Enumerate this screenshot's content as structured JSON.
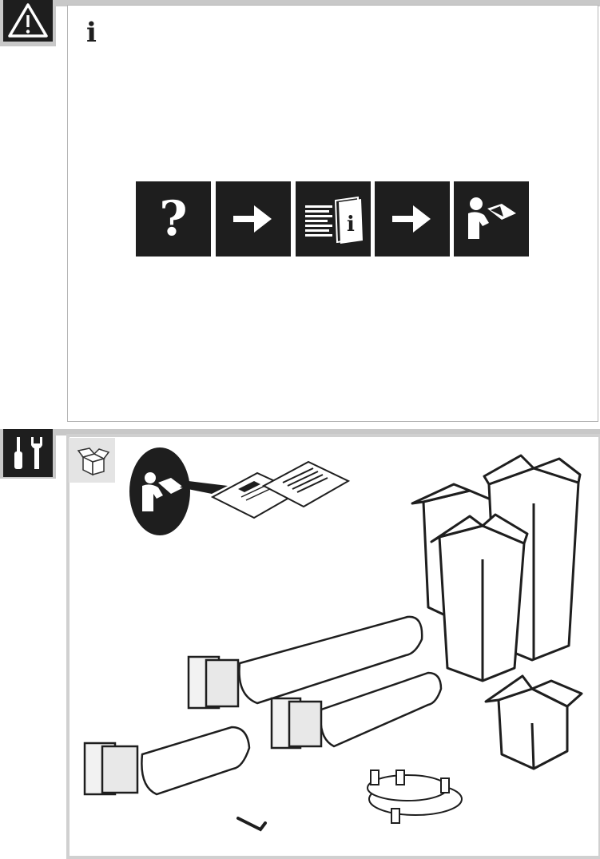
{
  "info_section": {
    "warning_icon": "warning-triangle-icon",
    "info_marker": "i",
    "flow_steps": [
      {
        "icon": "question-mark-icon",
        "glyph": "?"
      },
      {
        "icon": "arrow-right-icon"
      },
      {
        "icon": "manual-booklet-icon",
        "glyph": "i"
      },
      {
        "icon": "arrow-right-icon"
      },
      {
        "icon": "person-reading-icon"
      }
    ]
  },
  "assembly_section": {
    "tools_icon": "screwdriver-wrench-icon",
    "package_icon": "package-contents-icon",
    "contents": [
      "read-instructions-icon",
      "instruction-sheets",
      "shipping-boxes",
      "roller-tubes-with-motors",
      "mounting-brackets",
      "allen-key"
    ]
  },
  "colors": {
    "dark": "#1e1e1e",
    "gray_bar": "#c8c8c8",
    "light_gray": "#e4e4e4"
  }
}
